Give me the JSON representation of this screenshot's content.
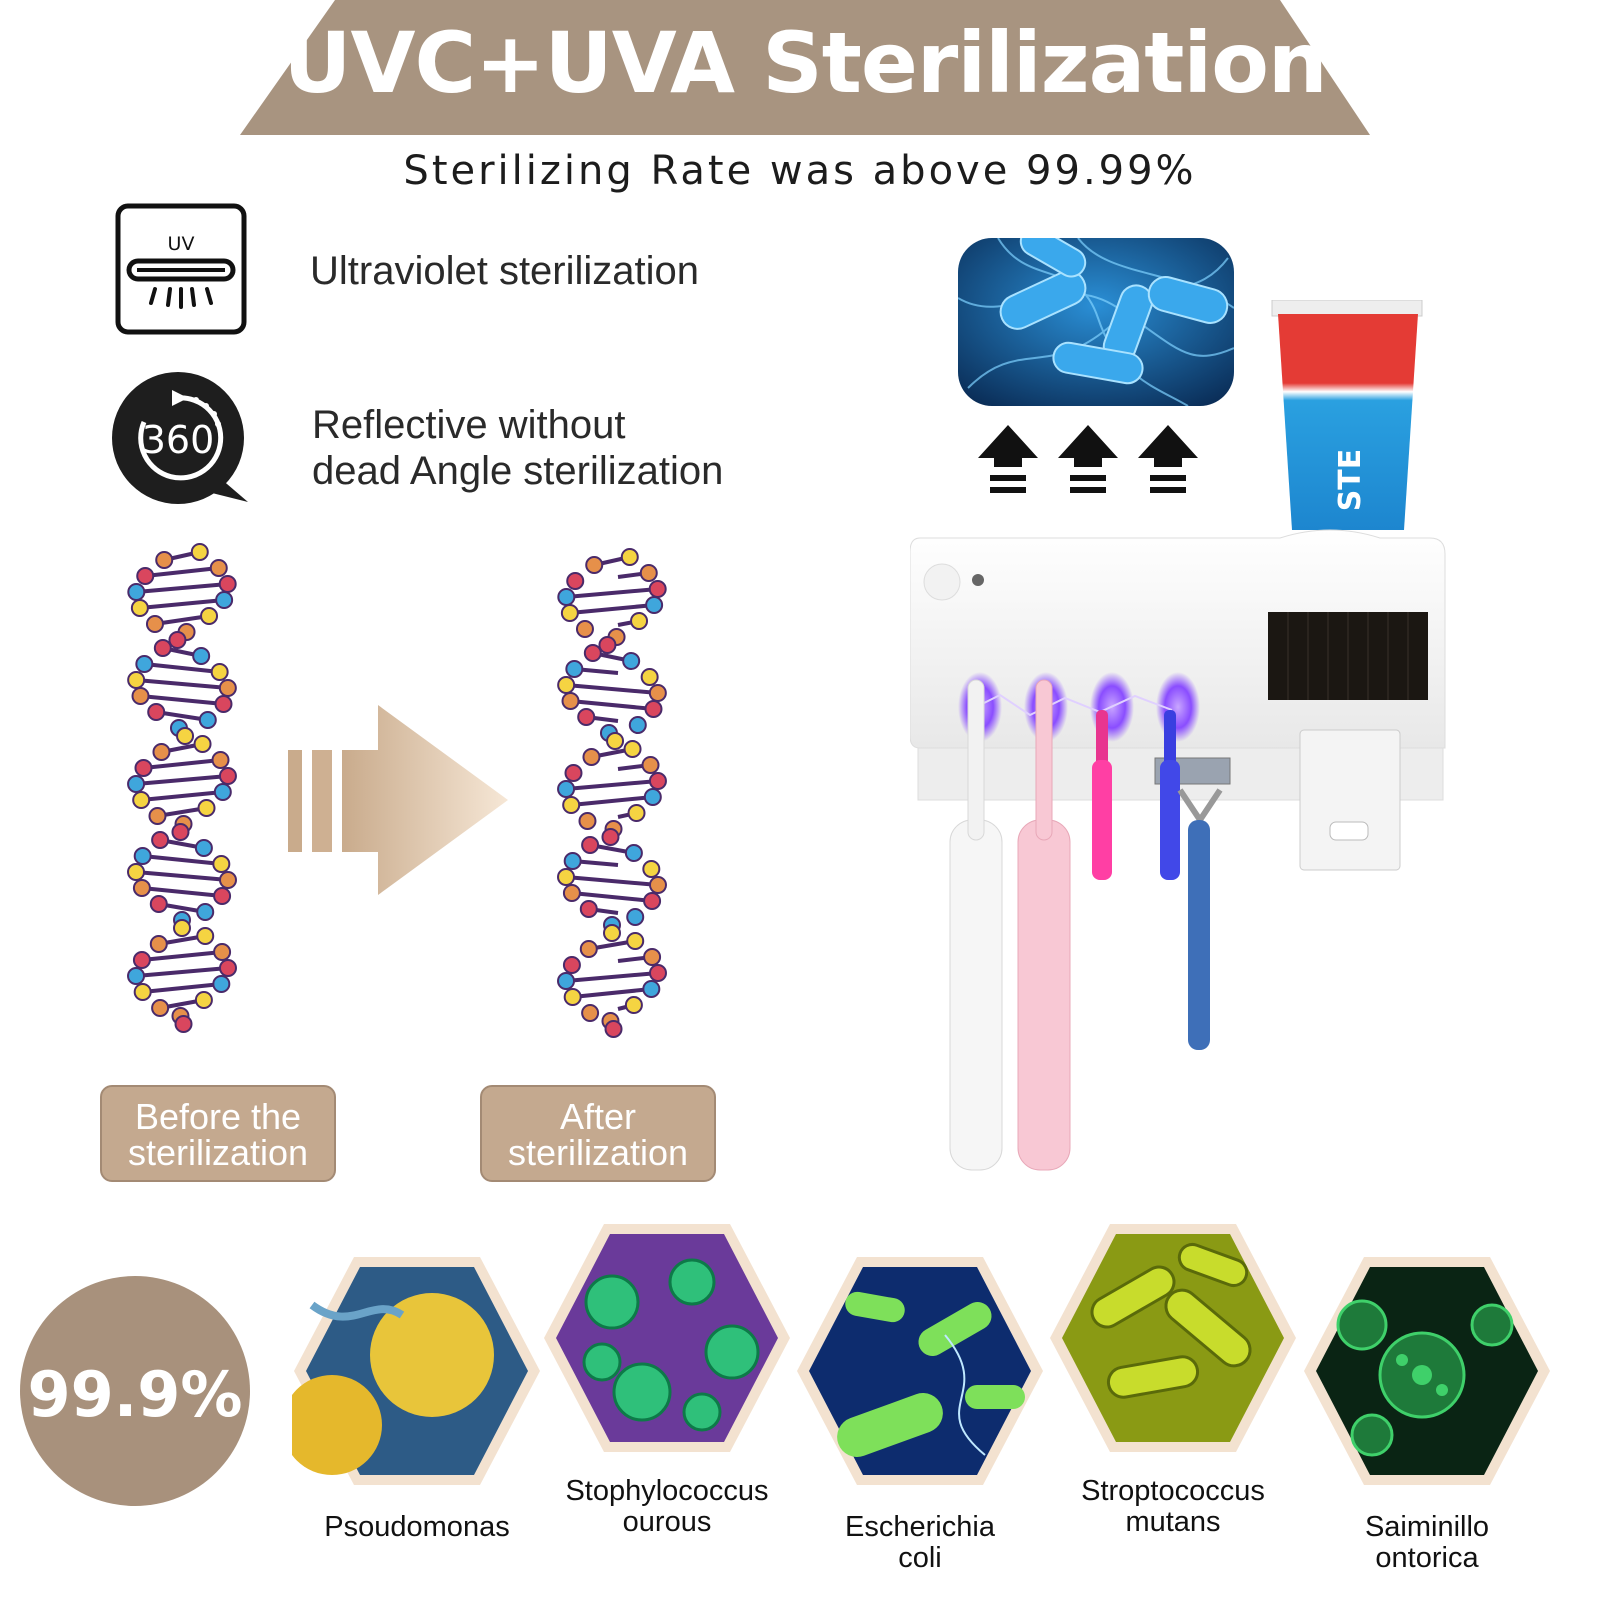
{
  "header": {
    "title": "UVC+UVA Sterilization",
    "subtitle": "Sterilizing Rate was above 99.99%"
  },
  "features": [
    {
      "icon": "uv-lamp-icon",
      "icon_text": "UV",
      "lines": [
        "Ultraviolet sterilization"
      ]
    },
    {
      "icon": "360-rotation-icon",
      "icon_text": "360",
      "lines": [
        "Reflective without",
        "dead Angle sterilization"
      ]
    }
  ],
  "comparison": {
    "before": [
      "Before the",
      "sterilization"
    ],
    "after": [
      "After",
      "sterilization"
    ]
  },
  "product": {
    "toothpaste_text": "STE"
  },
  "stats": {
    "rate": "99.9%"
  },
  "bacteria": [
    {
      "lines": [
        "Psoudomonas"
      ]
    },
    {
      "lines": [
        "Stophylococcus",
        "ourous"
      ]
    },
    {
      "lines": [
        "Escherichia",
        "coli"
      ]
    },
    {
      "lines": [
        "Stroptococcus",
        "mutans"
      ]
    },
    {
      "lines": [
        "Saiminillo",
        "ontorica"
      ]
    }
  ],
  "colors": {
    "banner": "#a89480",
    "tag": "#c4a98f",
    "arrow": "#d9b896",
    "uv_glow": "#8a4dff"
  }
}
